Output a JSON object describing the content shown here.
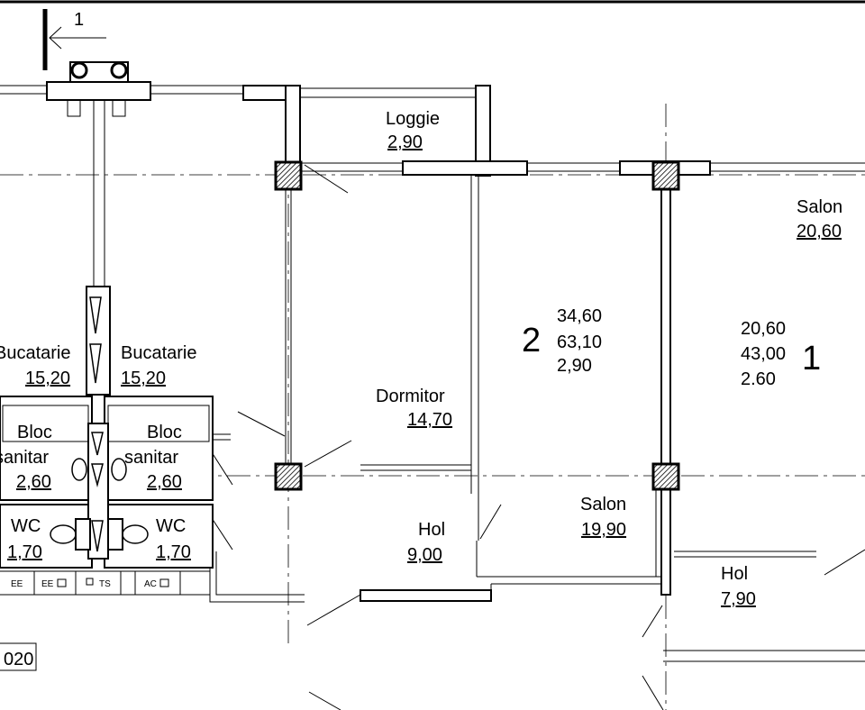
{
  "section_marker": {
    "label": "1"
  },
  "rooms": {
    "loggie": {
      "name": "Loggie",
      "area": "2,90"
    },
    "salon_right": {
      "name": "Salon",
      "area": "20,60"
    },
    "dormitor": {
      "name": "Dormitor",
      "area": "14,70"
    },
    "salon_mid": {
      "name": "Salon",
      "area": "19,90"
    },
    "hol_mid": {
      "name": "Hol",
      "area": "9,00"
    },
    "hol_right": {
      "name": "Hol",
      "area": "7,90"
    },
    "bucatarie_left": {
      "name": "Bucatarie",
      "area": "15,20"
    },
    "bucatarie_right": {
      "name": "Bucatarie",
      "area": "15,20"
    },
    "bloc_left": {
      "name1": "Bloc",
      "name2": "sanitar",
      "area": "2,60"
    },
    "bloc_right": {
      "name1": "Bloc",
      "name2": "sanitar",
      "area": "2,60"
    },
    "wc_left": {
      "name": "WC",
      "area": "1,70"
    },
    "wc_right": {
      "name": "WC",
      "area": "1,70"
    }
  },
  "apartments": [
    {
      "number": "2",
      "living": "34,60",
      "total": "63,10",
      "loggia": "2,90"
    },
    {
      "number": "1",
      "living": "20,60",
      "total": "43,00",
      "loggia": "2.60"
    }
  ],
  "meters": [
    "EE",
    "EE",
    "TS",
    "AC"
  ],
  "stamp": {
    "text": "020"
  }
}
